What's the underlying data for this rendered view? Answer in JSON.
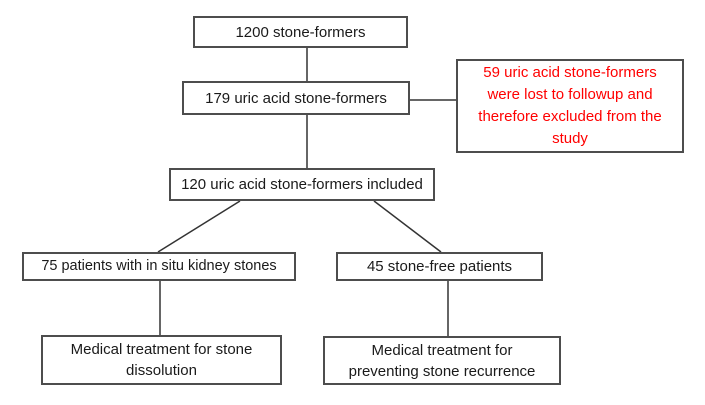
{
  "flowchart": {
    "nodes": {
      "total_stone_formers": {
        "label": "1200 stone-formers"
      },
      "uric_acid_stone_formers": {
        "label": "179 uric acid stone-formers"
      },
      "lost_to_followup": {
        "label": "59 uric acid stone-formers were lost to followup and therefore excluded from the study",
        "text_color": "#ff0000"
      },
      "included": {
        "label": "120 uric acid stone-formers included"
      },
      "in_situ_kidney_stones": {
        "label": "75 patients with in situ kidney stones"
      },
      "stone_free_patients": {
        "label": "45 stone-free patients"
      },
      "treatment_dissolution": {
        "label": "Medical treatment for stone dissolution"
      },
      "treatment_recurrence": {
        "label": "Medical treatment for preventing stone recurrence"
      }
    },
    "edges": [
      "total_stone_formers -> uric_acid_stone_formers",
      "uric_acid_stone_formers -> lost_to_followup",
      "uric_acid_stone_formers -> included",
      "included -> in_situ_kidney_stones",
      "included -> stone_free_patients",
      "in_situ_kidney_stones -> treatment_dissolution",
      "stone_free_patients -> treatment_recurrence"
    ],
    "colors": {
      "background": "#ffffff",
      "box_border": "#4d4d4d",
      "connector": "#333333",
      "text": "#1a1a1a",
      "excluded_text": "#ff0000"
    }
  }
}
